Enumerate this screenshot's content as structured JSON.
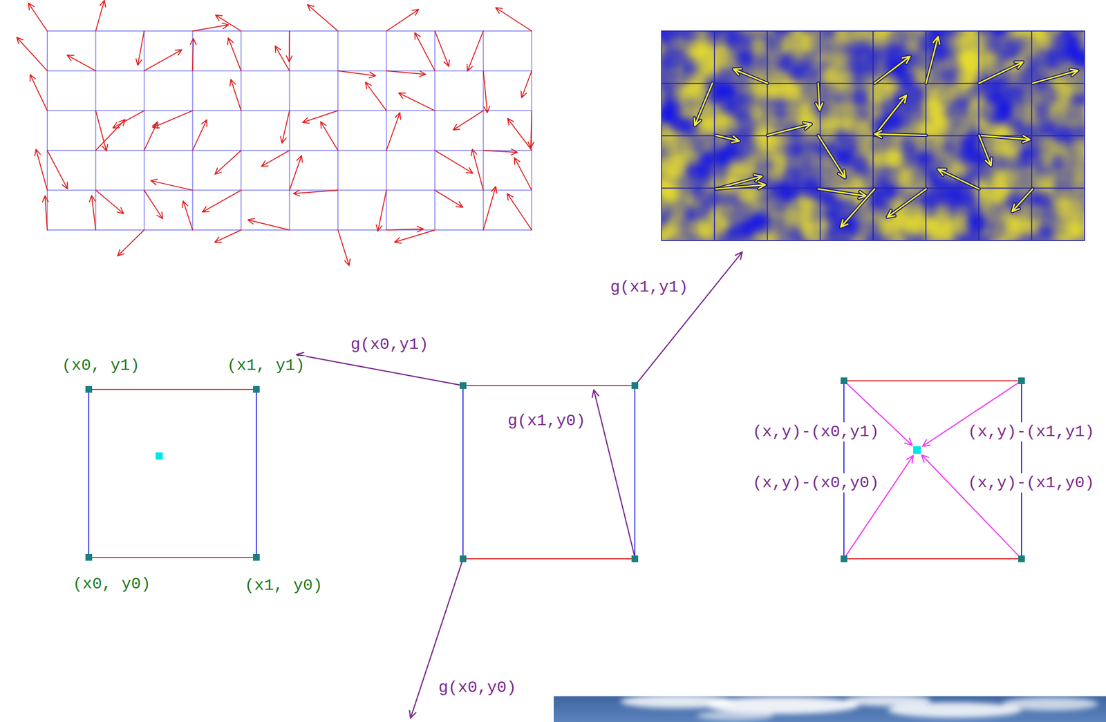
{
  "diagram": {
    "labels": [
      "(x0, y1)",
      "(x1, y1)",
      "(x0, y0)",
      "(x1, y0)",
      "g(x1,y1)",
      "g(x0,y1)",
      "g(x1,y0)",
      "g(x0,y0)",
      "(x,y)-(x0,y1)",
      "(x,y)-(x1,y1)",
      "(x,y)-(x0,y0)",
      "(x,y)-(x1,y0)"
    ]
  }
}
